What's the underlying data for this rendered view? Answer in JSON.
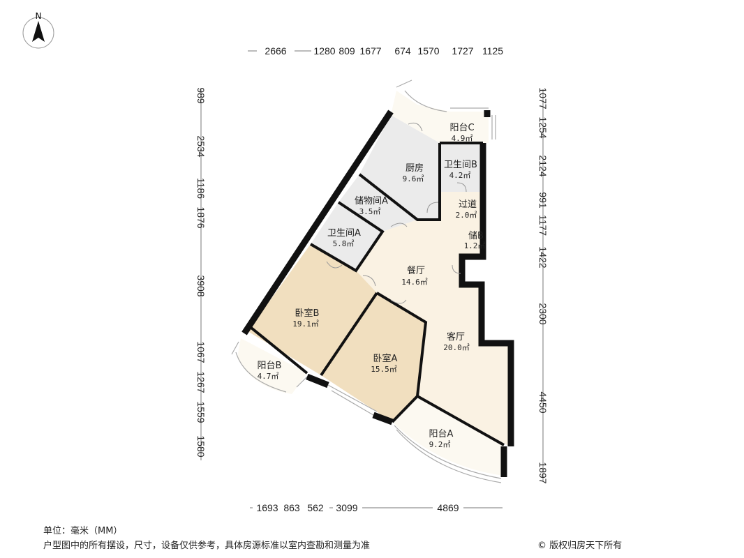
{
  "compass": {
    "label": "N"
  },
  "dims": {
    "top": [
      "2666",
      "1280",
      "809",
      "1677",
      "674",
      "1570",
      "1727",
      "1125"
    ],
    "left": [
      "989",
      "2534",
      "1186",
      "1876",
      "3908",
      "1067",
      "1267",
      "1559",
      "1580"
    ],
    "right": [
      "1077",
      "1254",
      "2124",
      "991",
      "1177",
      "1422",
      "2300",
      "4450",
      "1897"
    ],
    "bottom": [
      "1693",
      "863",
      "562",
      "3099",
      "4869"
    ]
  },
  "rooms": [
    {
      "name": "阳台C",
      "area": "4.9㎡"
    },
    {
      "name": "厨房",
      "area": "9.6㎡"
    },
    {
      "name": "卫生间B",
      "area": "4.2㎡"
    },
    {
      "name": "储物间A",
      "area": "3.5㎡"
    },
    {
      "name": "过道",
      "area": "2.0㎡"
    },
    {
      "name": "卫生间A",
      "area": "5.8㎡"
    },
    {
      "name": "储B",
      "area": "1.2㎡"
    },
    {
      "name": "餐厅",
      "area": "14.6㎡"
    },
    {
      "name": "卧室B",
      "area": "19.1㎡"
    },
    {
      "name": "客厅",
      "area": "20.0㎡"
    },
    {
      "name": "卧室A",
      "area": "15.5㎡"
    },
    {
      "name": "阳台B",
      "area": "4.7㎡"
    },
    {
      "name": "阳台A",
      "area": "9.2㎡"
    }
  ],
  "footer": {
    "unit": "单位：毫米（MM）",
    "disclaimer": "户型图中的所有摆设，尺寸，设备仅供参考，具体房源标准以室内查勘和测量为准",
    "copyright": "© 版权归房天下所有"
  },
  "colors": {
    "bedroom": "#f1dfbf",
    "living": "#faf2e3",
    "wet": "#ebebeb",
    "balcony": "#fcf9f1"
  }
}
